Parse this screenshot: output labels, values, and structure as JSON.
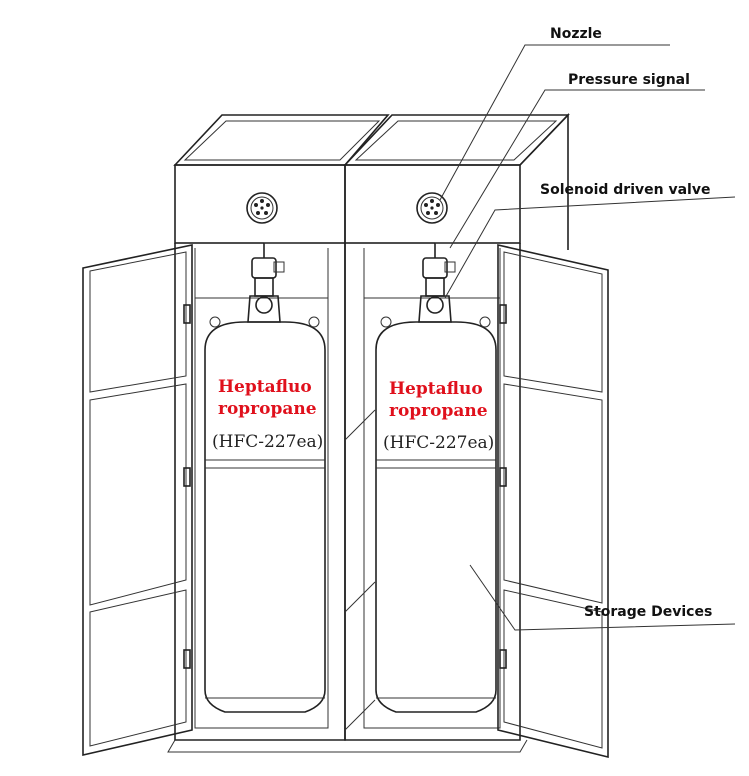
{
  "callouts": {
    "nozzle": "Nozzle",
    "pressure_signal": "Pressure signal",
    "solenoid_valve": "Solenoid driven valve",
    "storage_devices": "Storage Devices"
  },
  "tanks": [
    {
      "name_line1": "Heptafluo",
      "name_line2": "ropropane",
      "code": "(HFC-227ea)"
    },
    {
      "name_line1": "Heptafluo",
      "name_line2": "ropropane",
      "code": "(HFC-227ea)"
    }
  ],
  "colors": {
    "label_red": "#e0101c",
    "line": "#222222"
  }
}
